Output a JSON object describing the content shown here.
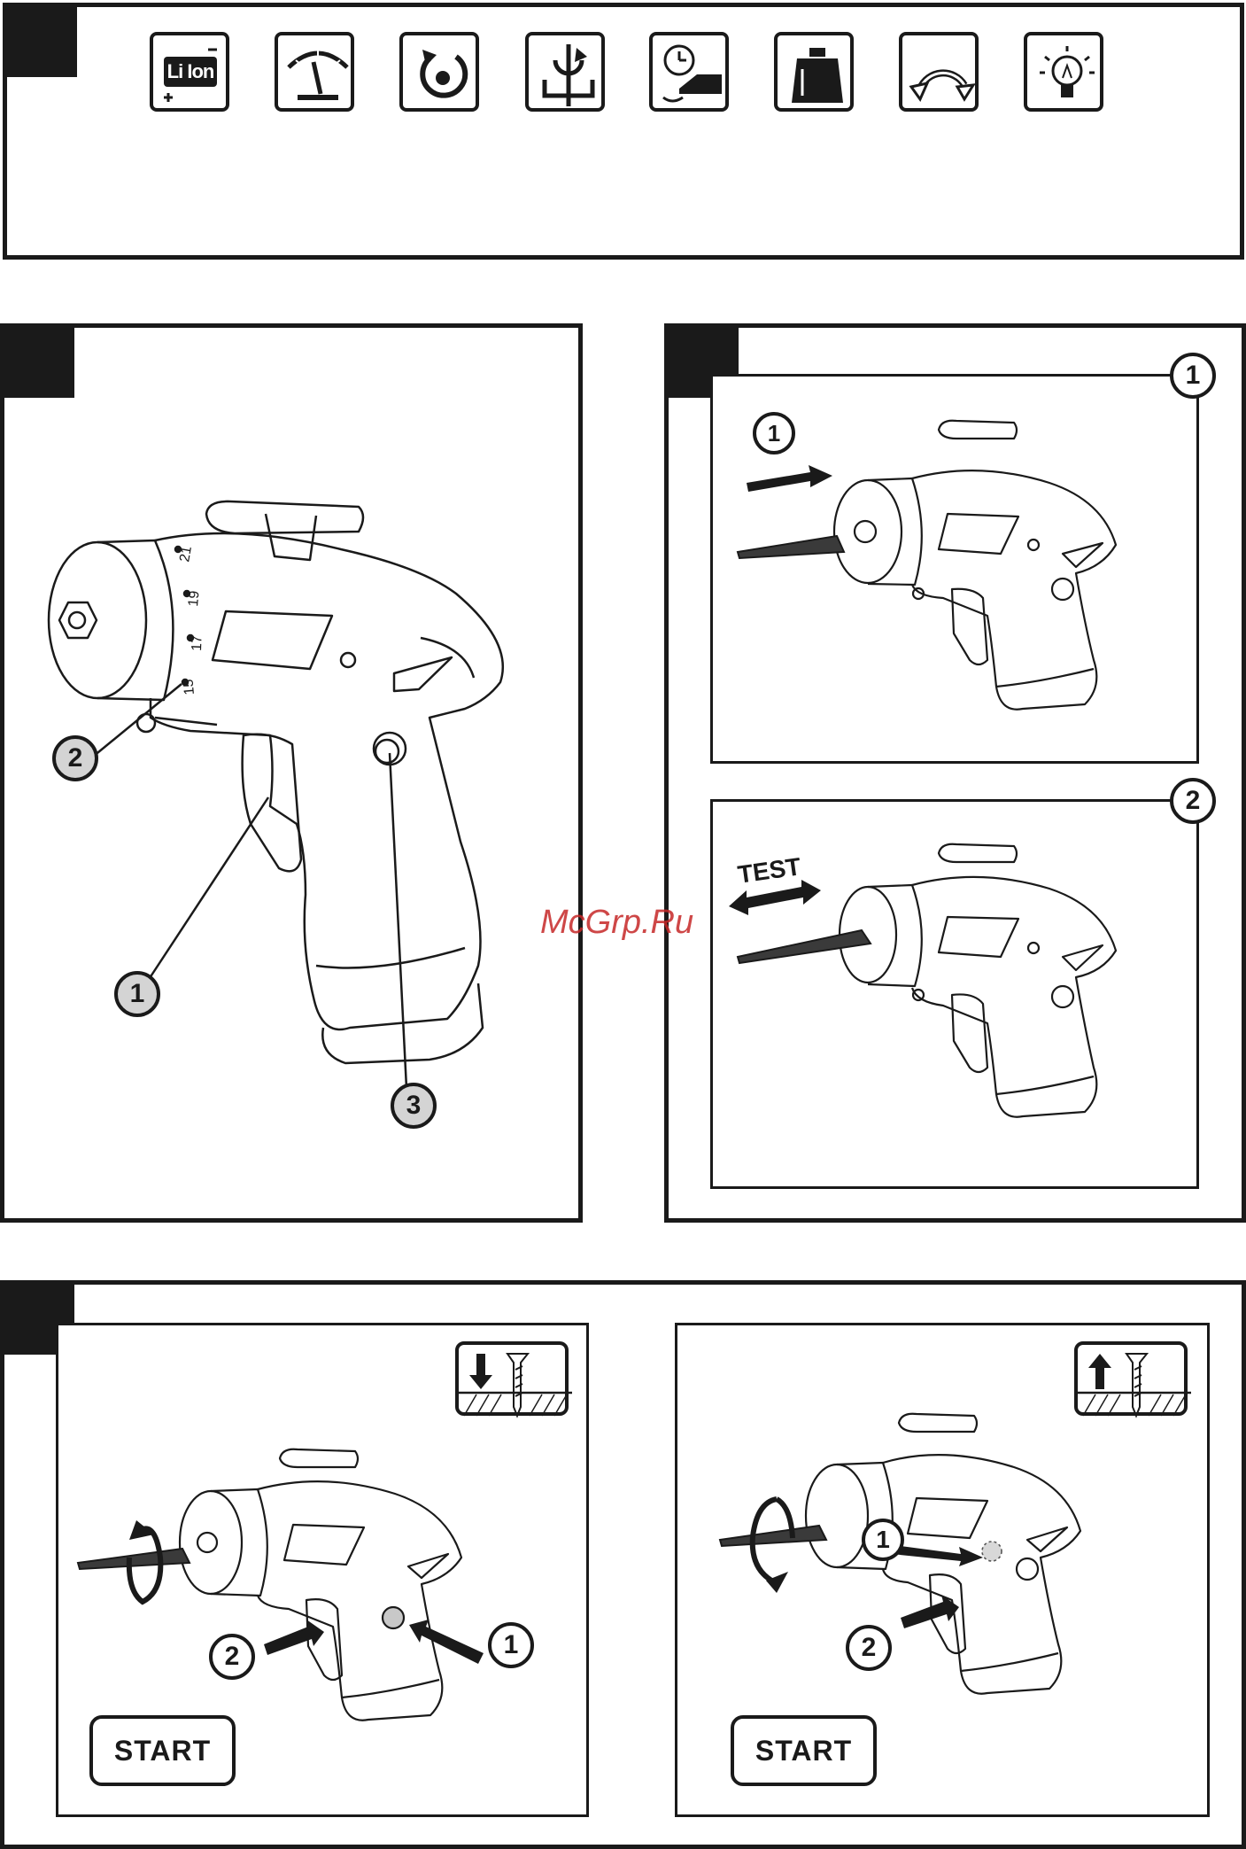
{
  "icons": [
    {
      "name": "li-ion-battery-icon",
      "label": "Li Ion"
    },
    {
      "name": "torque-gauge-icon"
    },
    {
      "name": "rotation-icon"
    },
    {
      "name": "chuck-holder-icon"
    },
    {
      "name": "charging-time-icon"
    },
    {
      "name": "weight-icon"
    },
    {
      "name": "reverse-rotation-icon"
    },
    {
      "name": "light-bulb-icon"
    }
  ],
  "fig2": {
    "callout_1": "1",
    "callout_2": "2",
    "callout_3": "3",
    "dial_numbers": [
      "15",
      "17",
      "19",
      "21"
    ]
  },
  "fig3": {
    "step1_badge": "1",
    "step2_badge": "2",
    "arrow_label_1": "1",
    "test_label": "TEST"
  },
  "fig4": {
    "left": {
      "callout_1": "1",
      "callout_2": "2",
      "start_label": "START"
    },
    "right": {
      "callout_1": "1",
      "callout_2": "2",
      "start_label": "START"
    }
  },
  "watermark": "McGrp.Ru"
}
